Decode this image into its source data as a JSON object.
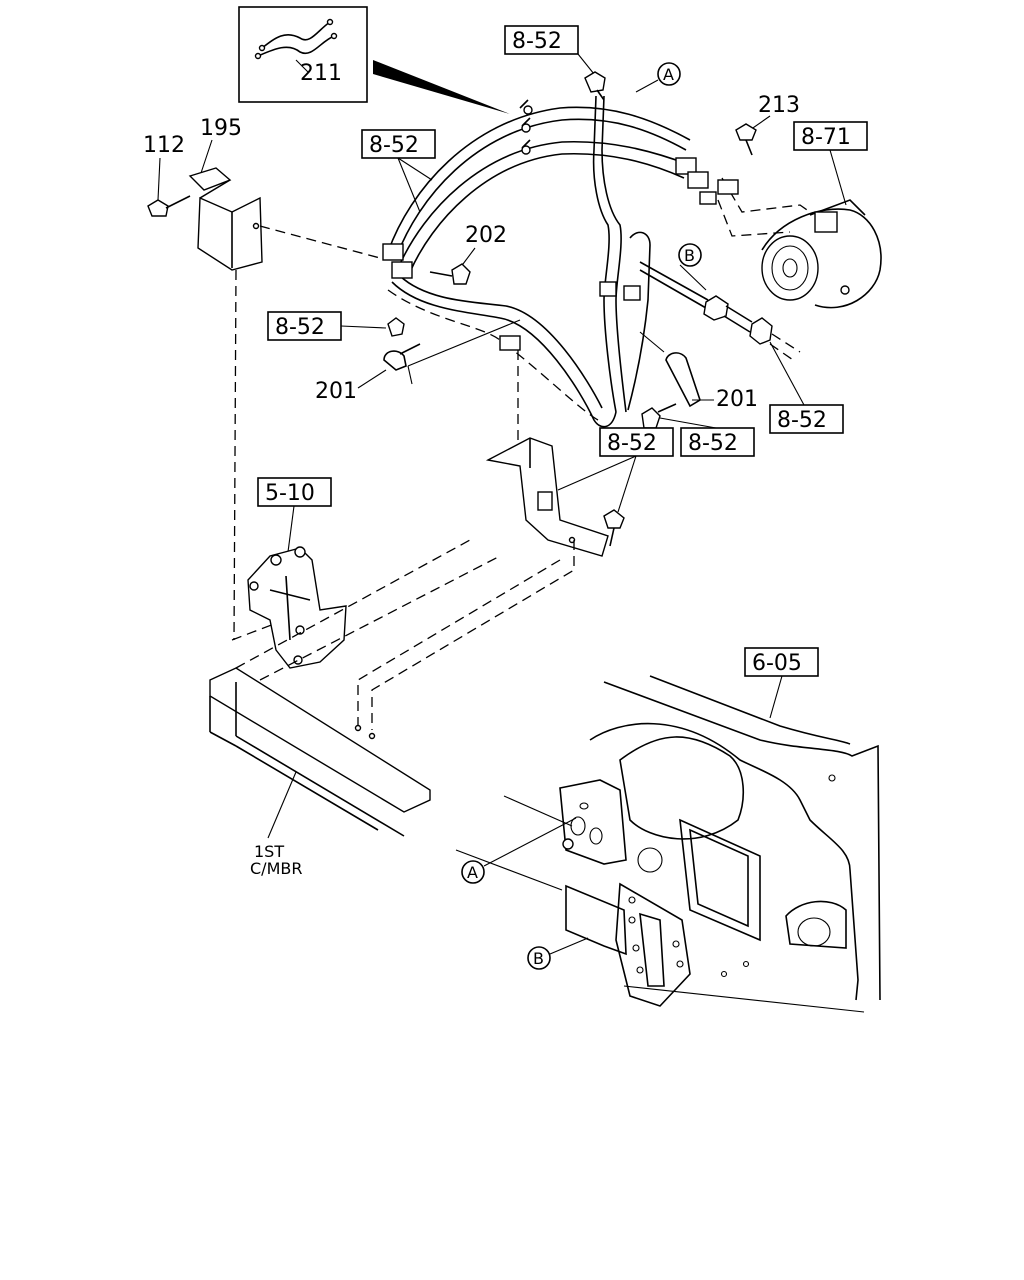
{
  "callouts": {
    "inset_part": "211",
    "ref_852_top": "8-52",
    "circle_a_top": "A",
    "part_213": "213",
    "ref_871": "8-71",
    "part_112": "112",
    "part_195": "195",
    "ref_852_hoses": "8-52",
    "part_202": "202",
    "circle_b_top": "B",
    "ref_852_nut": "8-52",
    "part_201_left": "201",
    "part_201_right": "201",
    "ref_852_right": "8-52",
    "ref_852_bracket_a": "8-52",
    "ref_852_bracket_b": "8-52",
    "ref_510": "5-10",
    "ref_605": "6-05",
    "crossmember_line1": "1ST",
    "crossmember_line2": "C/MBR",
    "circle_a_bottom": "A",
    "circle_b_bottom": "B"
  }
}
